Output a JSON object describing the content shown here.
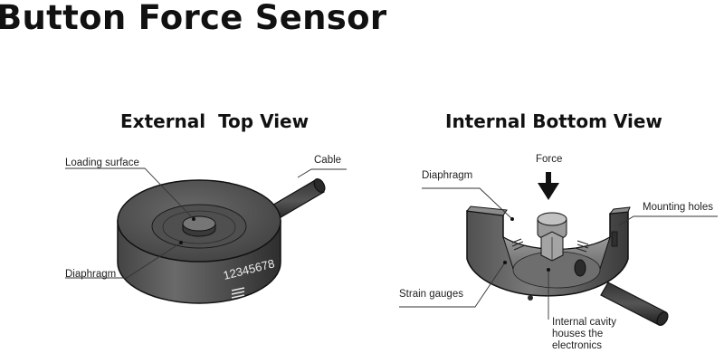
{
  "title": "Button Force Sensor",
  "external_view": {
    "heading": "External  Top View",
    "labels": {
      "loading_surface": "Loading surface",
      "cable": "Cable",
      "diaphragm": "Diaphragm",
      "serial": "12345678"
    }
  },
  "internal_view": {
    "heading": "Internal Bottom View",
    "labels": {
      "force": "Force",
      "diaphragm": "Diaphragm",
      "mounting_holes": "Mounting holes",
      "strain_gauges": "Strain gauges",
      "cavity_line1": "Internal cavity",
      "cavity_line2": "houses the",
      "cavity_line3": "electronics"
    }
  },
  "colors": {
    "body_dark": "#3b3b3b",
    "body_mid": "#585858",
    "body_light": "#8a8a8a",
    "outline": "#111111"
  }
}
